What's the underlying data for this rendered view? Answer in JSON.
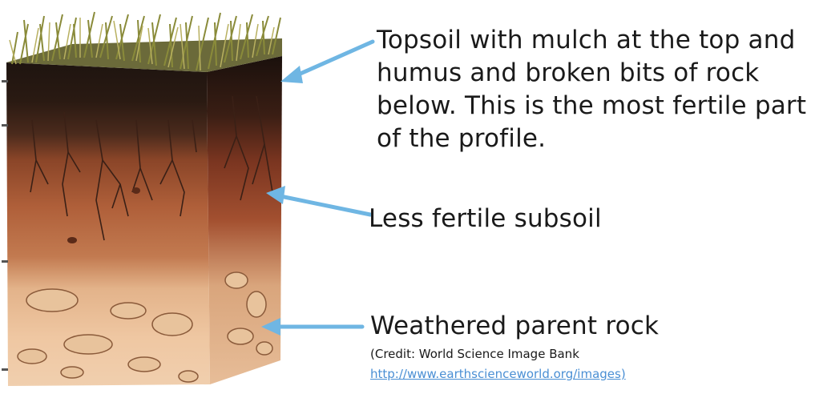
{
  "labels": {
    "topsoil": "Topsoil with mulch at the top and humus and broken bits of rock below. This is the most fertile part of the profile.",
    "subsoil": "Less fertile subsoil",
    "parent_rock": "Weathered parent rock"
  },
  "credit": {
    "text": "(Credit: World Science Image Bank",
    "link": "http://www.earthscienceworld.org/images)"
  },
  "colors": {
    "arrow": "#6fb6e3",
    "text": "#1a1a1a",
    "link": "#4a8fd4"
  }
}
